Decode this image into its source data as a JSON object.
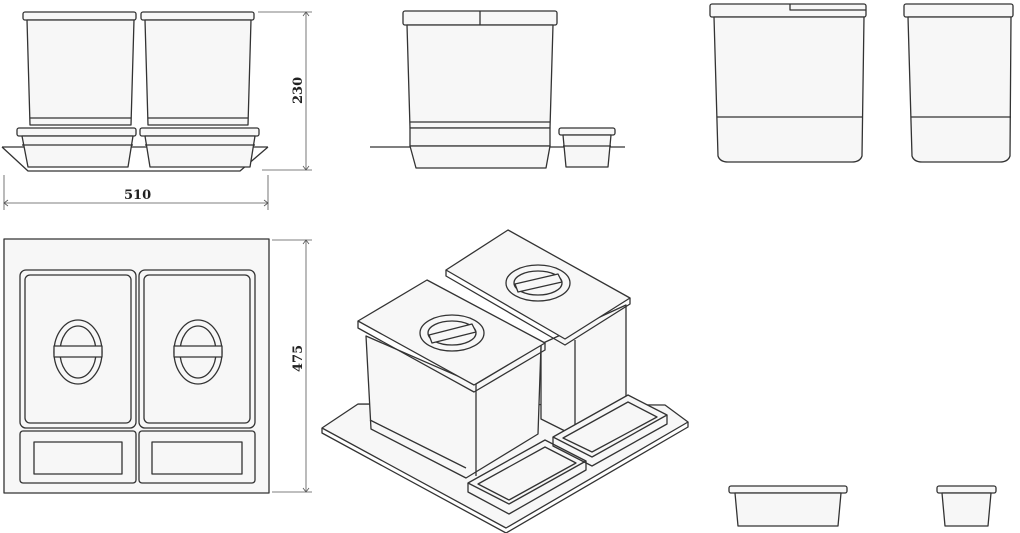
{
  "drawing": {
    "dimensions": {
      "width_label": "510",
      "height_label": "230",
      "depth_label": "475"
    },
    "colors": {
      "line": "#333333",
      "fill": "#f7f7f7",
      "background": "#ffffff"
    },
    "views": [
      "front",
      "side",
      "side-small",
      "side-bin",
      "top",
      "isometric",
      "tray-large",
      "tray-small"
    ]
  }
}
